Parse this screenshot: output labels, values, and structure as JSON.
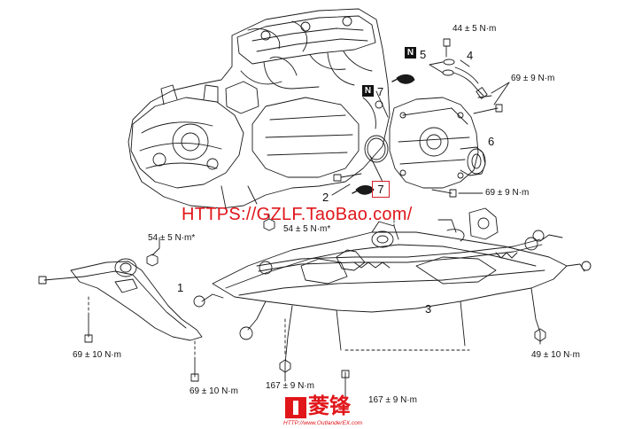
{
  "torques": {
    "t44": "44 ± 5 N·m",
    "t69_upper": "69 ± 9 N·m",
    "t69_lower": "69 ± 9 N·m",
    "t54_center": "54 ± 5 N·m*",
    "t54_left": "54 ± 5 N·m*",
    "t69_10_left": "69 ± 10 N·m",
    "t69_10_bottom": "69 ± 10 N·m",
    "t167_left": "167 ± 9 N·m",
    "t167_right": "167 ± 9 N·m",
    "t49": "49 ± 10 N·m"
  },
  "callouts": {
    "c1": "1",
    "c2": "2",
    "c3": "3",
    "c4": "4",
    "c5": "5",
    "c6": "6",
    "c7_upper": "7",
    "c7_boxed": "7"
  },
  "n_markers": {
    "n1": "N",
    "n2": "N"
  },
  "watermark": {
    "text": "HTTPS://GZLF.TaoBao.com/",
    "logo_text": "菱锋",
    "logo_url": "HTTP://www.OutlanderEX.com"
  },
  "colors": {
    "line": "#1a1a1a",
    "accent_red": "#e0161a"
  }
}
